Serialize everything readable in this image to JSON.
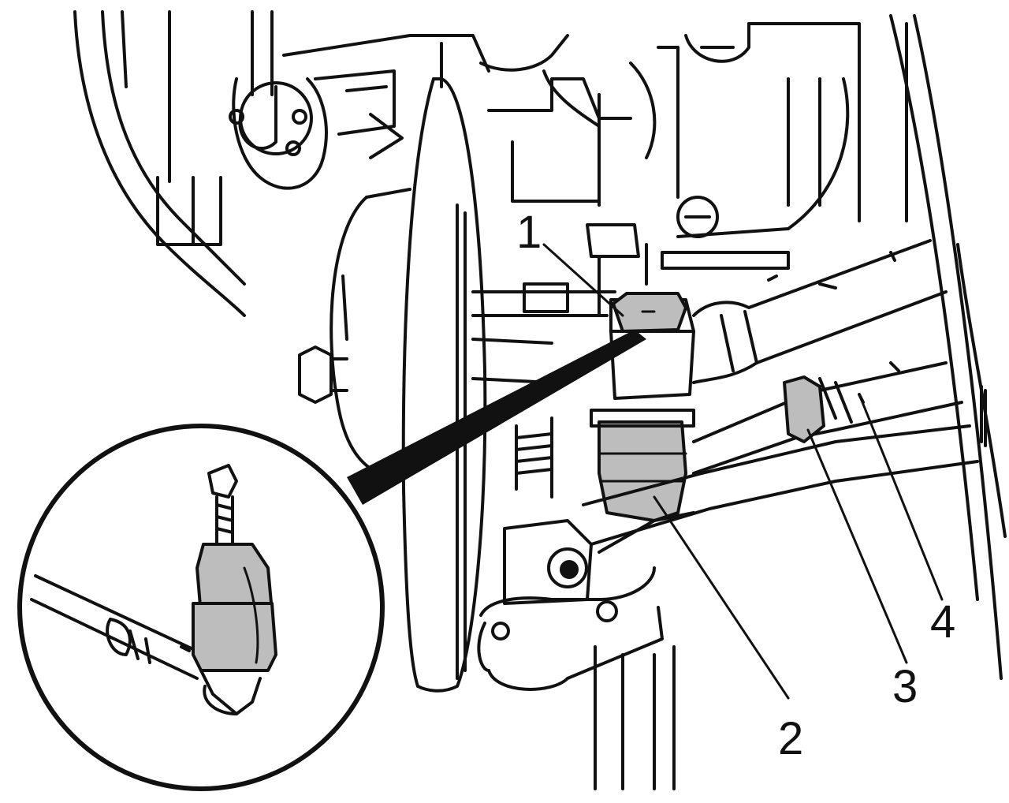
{
  "diagram": {
    "style": "black-and-white technical line drawing with grey-shaded parts and circular detail inset",
    "colors": {
      "ink": "#111111",
      "paper": "#ffffff",
      "highlight": "#bdbdbd"
    },
    "callouts": [
      {
        "id": "1",
        "label": "1"
      },
      {
        "id": "2",
        "label": "2"
      },
      {
        "id": "3",
        "label": "3"
      },
      {
        "id": "4",
        "label": "4"
      }
    ]
  }
}
